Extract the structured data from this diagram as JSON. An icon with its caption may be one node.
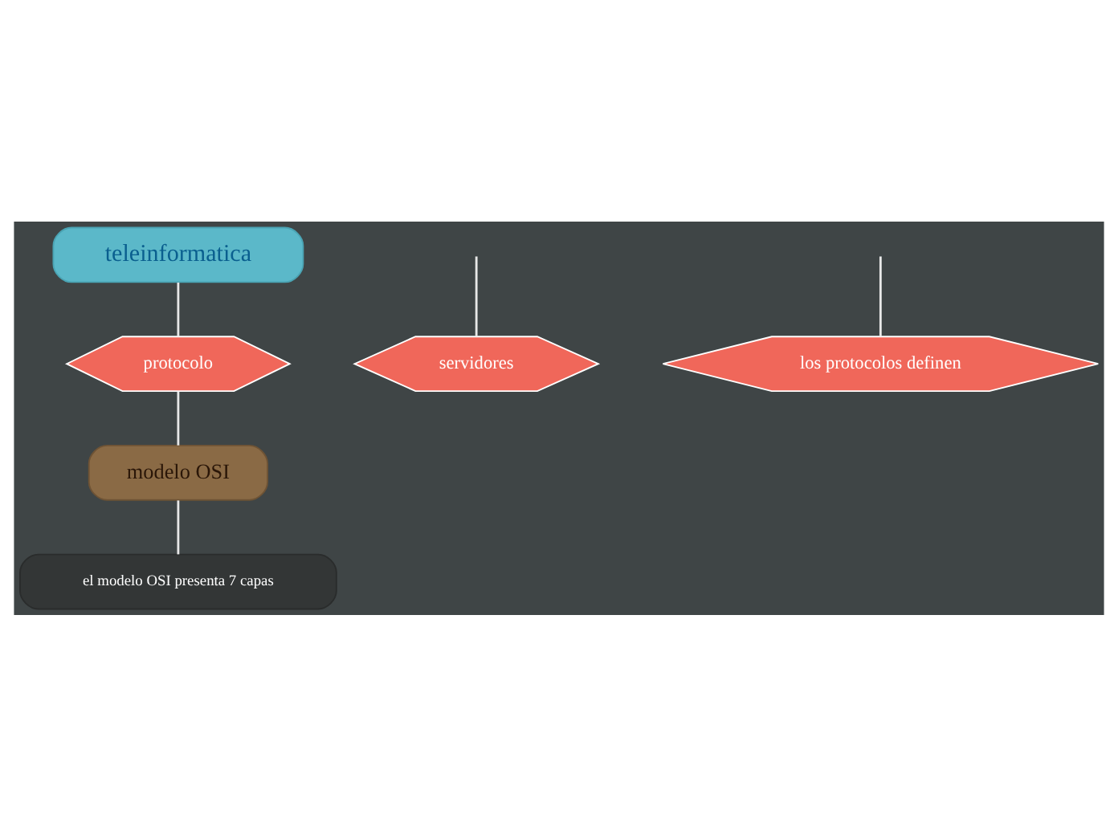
{
  "diagram": {
    "nodes": [
      {
        "text": [
          "teleinformatica"
        ]
      },
      {
        "text": [
          "protocolo"
        ]
      },
      {
        "text": [
          "modelo OSI"
        ]
      },
      {
        "text": [
          "el modelo OSI presenta 7 capas"
        ]
      },
      {
        "text": [
          "servidores"
        ]
      },
      {
        "text": [
          "los protocolos definen"
        ]
      }
    ],
    "edges": [
      {
        "from": 0,
        "to": 1,
        "arrow": "none"
      },
      {
        "from": 1,
        "to": 2,
        "arrow": "none"
      },
      {
        "from": 2,
        "to": 3,
        "arrow": "none"
      },
      {
        "from": null,
        "to": 4,
        "arrow": "none"
      },
      {
        "from": null,
        "to": 5,
        "arrow": "none"
      }
    ]
  }
}
